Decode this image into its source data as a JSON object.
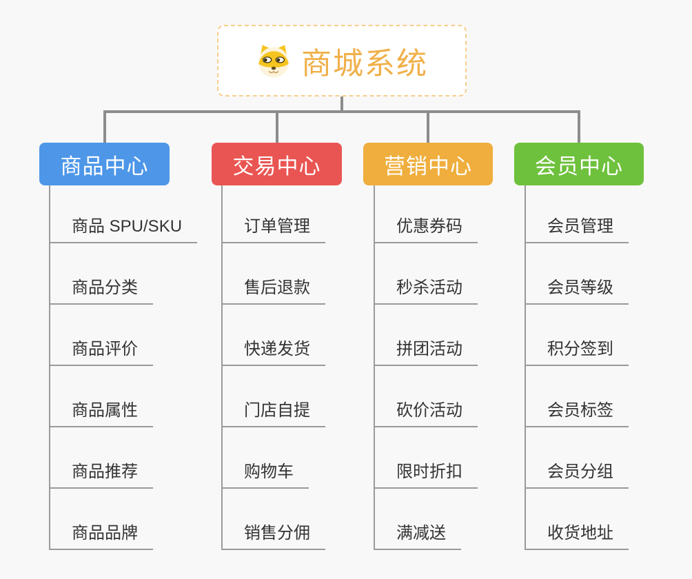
{
  "page": {
    "background": "#f8f8f8"
  },
  "connectors": {
    "tree_color": "#8c8c8c",
    "branch_line_color": "#999999"
  },
  "root": {
    "label": "商城系统",
    "icon": "shiba-dog-icon",
    "text_color": "#f0b04a",
    "border_color": "#f7cd8d",
    "background": "#ffffff"
  },
  "branches": [
    {
      "label": "商品中心",
      "color": "#4d96e8",
      "text_color": "#ffffff",
      "children": [
        "商品 SPU/SKU",
        "商品分类",
        "商品评价",
        "商品属性",
        "商品推荐",
        "商品品牌"
      ]
    },
    {
      "label": "交易中心",
      "color": "#e95552",
      "text_color": "#ffffff",
      "children": [
        "订单管理",
        "售后退款",
        "快递发货",
        "门店自提",
        "购物车",
        "销售分佣"
      ]
    },
    {
      "label": "营销中心",
      "color": "#efae3d",
      "text_color": "#ffffff",
      "children": [
        "优惠券码",
        "秒杀活动",
        "拼团活动",
        "砍价活动",
        "限时折扣",
        "满减送"
      ]
    },
    {
      "label": "会员中心",
      "color": "#6ec13c",
      "text_color": "#ffffff",
      "children": [
        "会员管理",
        "会员等级",
        "积分签到",
        "会员标签",
        "会员分组",
        "收货地址"
      ]
    }
  ],
  "child_text_color": "#333333"
}
